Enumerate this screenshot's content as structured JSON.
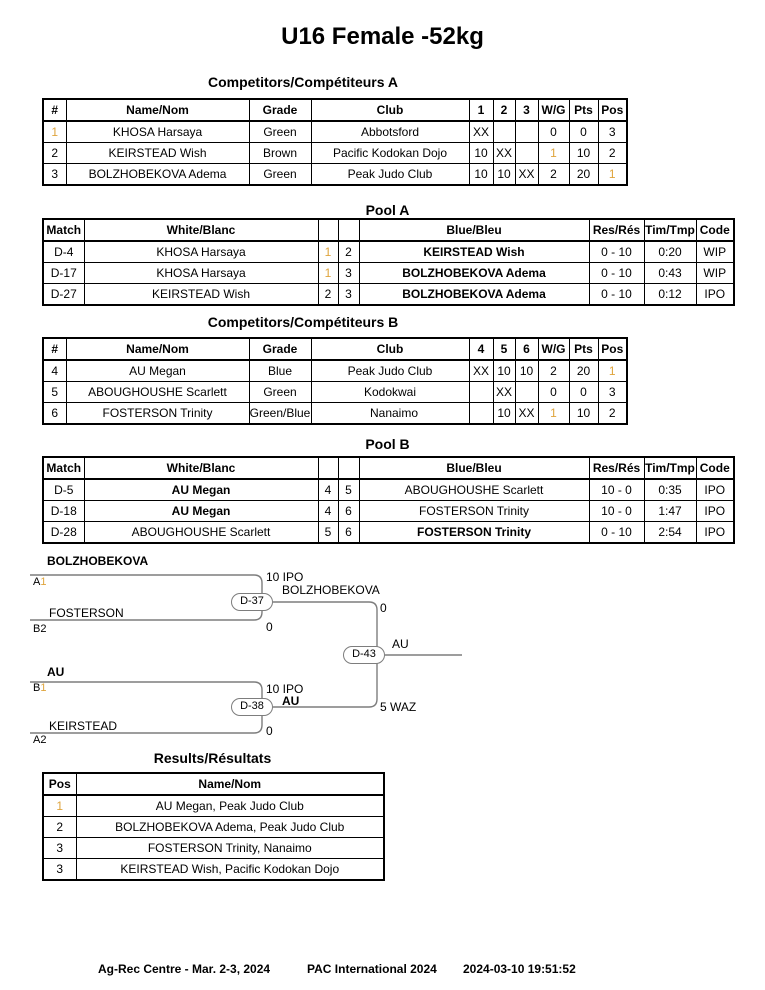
{
  "colors": {
    "rank_one": "#DFA43C",
    "bracket_line": "#7d7d7d",
    "table_border": "#000000"
  },
  "title": "U16 Female -52kg",
  "competitors_a": {
    "title": "Competitors/Compétiteurs A",
    "headers": {
      "num": "#",
      "name": "Name/Nom",
      "grade": "Grade",
      "club": "Club",
      "m1": "1",
      "m2": "2",
      "m3": "3",
      "wg": "W/G",
      "pts": "Pts",
      "pos": "Pos"
    },
    "rows": [
      {
        "num": "1",
        "name": "KHOSA Harsaya",
        "grade": "Green",
        "club": "Abbotsford",
        "m1": "XX",
        "m2": "",
        "m3": "",
        "wg": "0",
        "pts": "0",
        "pos": "3"
      },
      {
        "num": "2",
        "name": "KEIRSTEAD Wish",
        "grade": "Brown",
        "club": "Pacific Kodokan Dojo",
        "m1": "10",
        "m2": "XX",
        "m3": "",
        "wg": "1",
        "pts": "10",
        "pos": "2"
      },
      {
        "num": "3",
        "name": "BOLZHOBEKOVA Adema",
        "grade": "Green",
        "club": "Peak Judo Club",
        "m1": "10",
        "m2": "10",
        "m3": "XX",
        "wg": "2",
        "pts": "20",
        "pos": "1"
      }
    ]
  },
  "pool_a": {
    "title": "Pool A",
    "headers": {
      "match": "Match",
      "white": "White/Blanc",
      "blue": "Blue/Bleu",
      "res": "Res/Rés",
      "time": "Tim/Tmp",
      "code": "Code"
    },
    "rows": [
      {
        "match": "D-4",
        "white": "KHOSA Harsaya",
        "white_num": "1",
        "blue_num": "2",
        "blue": "KEIRSTEAD Wish",
        "winner": "blue",
        "res": "0 - 10",
        "time": "0:20",
        "code": "WIP"
      },
      {
        "match": "D-17",
        "white": "KHOSA Harsaya",
        "white_num": "1",
        "blue_num": "3",
        "blue": "BOLZHOBEKOVA Adema",
        "winner": "blue",
        "res": "0 - 10",
        "time": "0:43",
        "code": "WIP"
      },
      {
        "match": "D-27",
        "white": "KEIRSTEAD Wish",
        "white_num": "2",
        "blue_num": "3",
        "blue": "BOLZHOBEKOVA Adema",
        "winner": "blue",
        "res": "0 - 10",
        "time": "0:12",
        "code": "IPO"
      }
    ]
  },
  "competitors_b": {
    "title": "Competitors/Compétiteurs B",
    "headers": {
      "num": "#",
      "name": "Name/Nom",
      "grade": "Grade",
      "club": "Club",
      "m1": "4",
      "m2": "5",
      "m3": "6",
      "wg": "W/G",
      "pts": "Pts",
      "pos": "Pos"
    },
    "rows": [
      {
        "num": "4",
        "name": "AU Megan",
        "grade": "Blue",
        "club": "Peak Judo Club",
        "m1": "XX",
        "m2": "10",
        "m3": "10",
        "wg": "2",
        "pts": "20",
        "pos": "1"
      },
      {
        "num": "5",
        "name": "ABOUGHOUSHE Scarlett",
        "grade": "Green",
        "club": "Kodokwai",
        "m1": "",
        "m2": "XX",
        "m3": "",
        "wg": "0",
        "pts": "0",
        "pos": "3"
      },
      {
        "num": "6",
        "name": "FOSTERSON Trinity",
        "grade": "Green/Blue",
        "club": "Nanaimo",
        "m1": "",
        "m2": "10",
        "m3": "XX",
        "wg": "1",
        "pts": "10",
        "pos": "2"
      }
    ]
  },
  "pool_b": {
    "title": "Pool B",
    "headers": {
      "match": "Match",
      "white": "White/Blanc",
      "blue": "Blue/Bleu",
      "res": "Res/Rés",
      "time": "Tim/Tmp",
      "code": "Code"
    },
    "rows": [
      {
        "match": "D-5",
        "white": "AU Megan",
        "white_num": "4",
        "blue_num": "5",
        "blue": "ABOUGHOUSHE Scarlett",
        "winner": "white",
        "res": "10 - 0",
        "time": "0:35",
        "code": "IPO"
      },
      {
        "match": "D-18",
        "white": "AU Megan",
        "white_num": "4",
        "blue_num": "6",
        "blue": "FOSTERSON Trinity",
        "winner": "white",
        "res": "10 - 0",
        "time": "1:47",
        "code": "IPO"
      },
      {
        "match": "D-28",
        "white": "ABOUGHOUSHE Scarlett",
        "white_num": "5",
        "blue_num": "6",
        "blue": "FOSTERSON Trinity",
        "winner": "blue",
        "res": "0 - 10",
        "time": "2:54",
        "code": "IPO"
      }
    ]
  },
  "bracket": {
    "semi1": {
      "code": "D-37",
      "top_name": "BOLZHOBEKOVA",
      "top_bold": true,
      "top_seed_letter": "A",
      "top_seed_digit": "1",
      "top_score": "10 IPO",
      "bottom_name": "FOSTERSON",
      "bottom_bold": false,
      "bottom_seed_letter": "B",
      "bottom_seed_digit": "2",
      "bottom_score": "0",
      "winner": "BOLZHOBEKOVA",
      "winner_bold": false
    },
    "semi2": {
      "code": "D-38",
      "top_name": "AU",
      "top_bold": true,
      "top_seed_letter": "B",
      "top_seed_digit": "1",
      "top_score": "10 IPO",
      "bottom_name": "KEIRSTEAD",
      "bottom_bold": false,
      "bottom_seed_letter": "A",
      "bottom_seed_digit": "2",
      "bottom_score": "0",
      "winner": "AU",
      "winner_bold": true
    },
    "final": {
      "code": "D-43",
      "top_score": "0",
      "bottom_score": "5 WAZ",
      "winner": "AU",
      "winner_bold": false
    }
  },
  "results": {
    "title": "Results/Résultats",
    "headers": {
      "pos": "Pos",
      "name": "Name/Nom"
    },
    "rows": [
      {
        "pos": "1",
        "name": "AU Megan, Peak Judo Club"
      },
      {
        "pos": "2",
        "name": "BOLZHOBEKOVA Adema, Peak Judo Club"
      },
      {
        "pos": "3",
        "name": "FOSTERSON Trinity, Nanaimo"
      },
      {
        "pos": "3",
        "name": "KEIRSTEAD Wish, Pacific Kodokan Dojo"
      }
    ]
  },
  "footer": {
    "venue": "Ag-Rec Centre - Mar. 2-3, 2024",
    "event": "PAC International 2024",
    "timestamp": "2024-03-10 19:51:52"
  }
}
